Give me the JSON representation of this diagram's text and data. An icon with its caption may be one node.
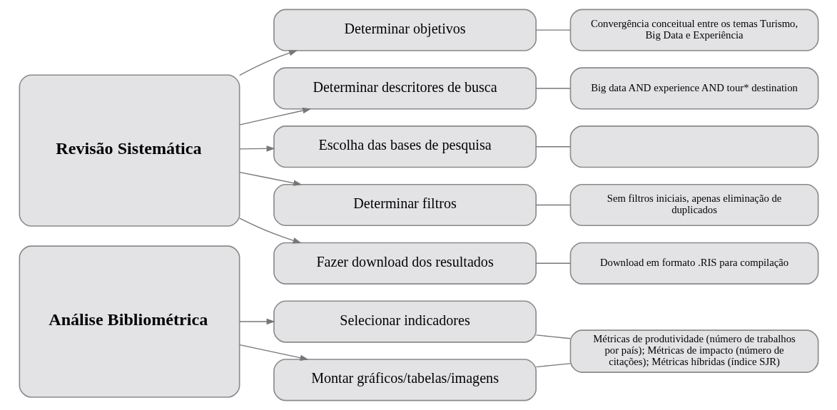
{
  "diagram": {
    "nodes": [
      {
        "text": [
          "Revisão Sistemática"
        ]
      },
      {
        "text": [
          "Determinar objetivos"
        ]
      },
      {
        "text": [
          "Convergência conceitual entre os temas Turismo, Big Data e Experiência"
        ]
      },
      {
        "text": [
          "Determinar descritores de busca"
        ]
      },
      {
        "text": [
          "Big data AND experience AND tour* destination"
        ]
      },
      {
        "text": [
          "Escolha das bases de pesquisa"
        ]
      },
      {
        "text": [],
        "shape": "box"
      },
      {
        "text": [
          "Determinar filtros"
        ]
      },
      {
        "text": [
          "Sem filtros iniciais, apenas eliminação de duplicados"
        ]
      },
      {
        "text": [
          "Fazer download dos resultados"
        ]
      },
      {
        "text": [
          "Download em formato .RIS para compilação"
        ]
      },
      {
        "text": [
          "Análise Bibliométrica"
        ]
      },
      {
        "text": [
          "Selecionar indicadores"
        ]
      },
      {
        "text": [
          "Métricas de produtividade (número de trabalhos por país); Métricas de impacto (número de citações); Métricas híbridas (índice SJR)"
        ]
      },
      {
        "text": [
          "Montar gráficos/tabelas/imagens"
        ]
      }
    ],
    "edges": [
      {
        "from": 0,
        "to": 1,
        "arrow": "to"
      },
      {
        "from": 1,
        "to": 2,
        "arrow": "none"
      },
      {
        "from": 0,
        "to": 3,
        "arrow": "to"
      },
      {
        "from": 3,
        "to": 4,
        "arrow": "none"
      },
      {
        "from": 0,
        "to": 5,
        "arrow": "to"
      },
      {
        "from": 5,
        "to": 6,
        "arrow": "none"
      },
      {
        "from": 0,
        "to": 7,
        "arrow": "to"
      },
      {
        "from": 7,
        "to": 8,
        "arrow": "none"
      },
      {
        "from": 0,
        "to": 9,
        "arrow": "to"
      },
      {
        "from": 9,
        "to": 10,
        "arrow": "none"
      },
      {
        "from": 11,
        "to": 12,
        "arrow": "to"
      },
      {
        "from": 12,
        "to": 13,
        "arrow": "none"
      },
      {
        "from": 11,
        "to": 14,
        "arrow": "to"
      },
      {
        "from": 14,
        "to": 13,
        "arrow": "none"
      }
    ]
  }
}
